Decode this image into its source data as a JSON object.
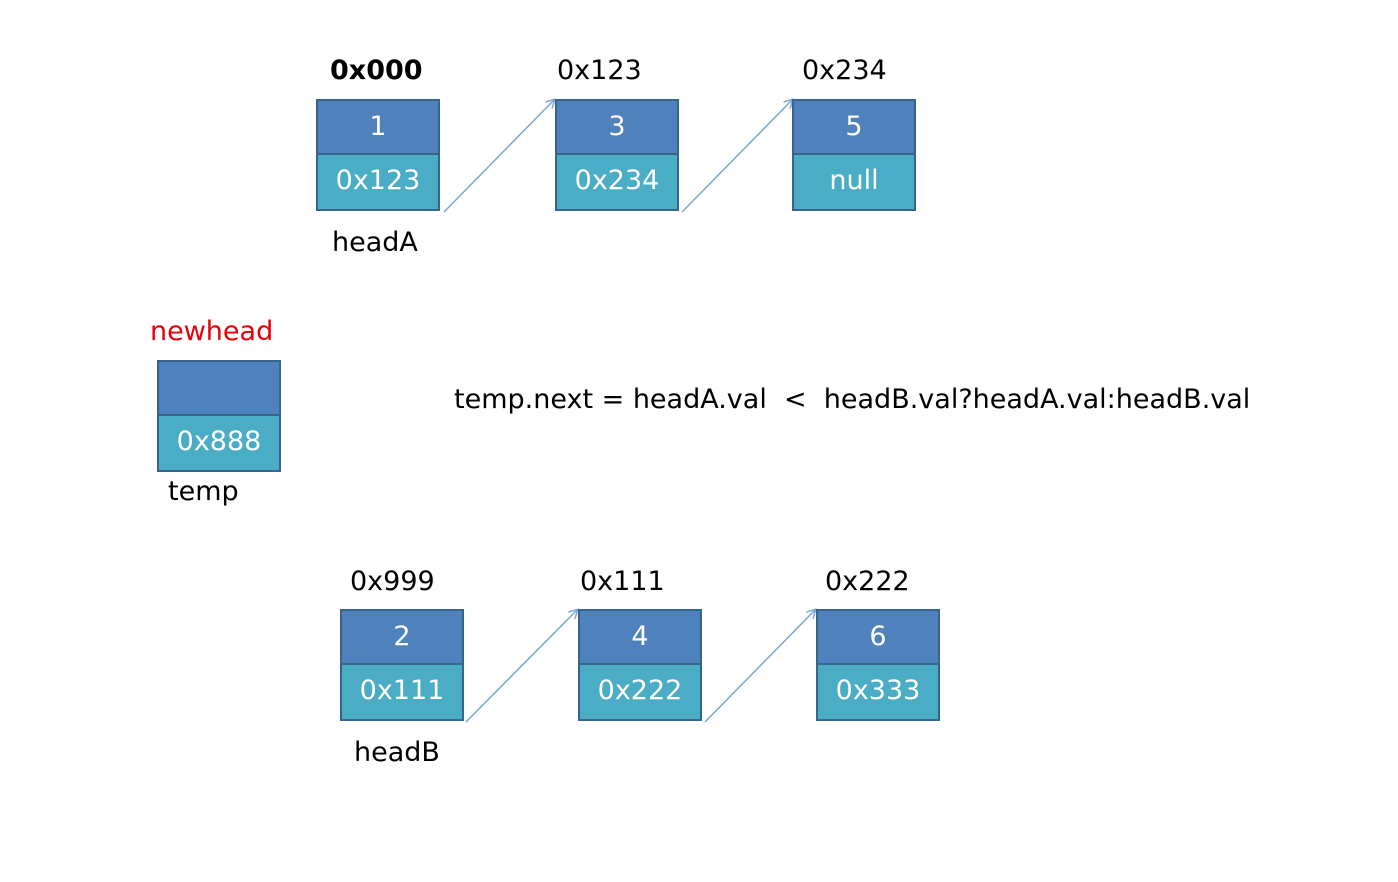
{
  "list_a": {
    "nodes": [
      {
        "address": "0x000",
        "value": "1",
        "next": "0x123"
      },
      {
        "address": "0x123",
        "value": "3",
        "next": "0x234"
      },
      {
        "address": "0x234",
        "value": "5",
        "next": "null"
      }
    ],
    "head_label": "headA"
  },
  "newhead": {
    "title": "newhead",
    "value": "",
    "next": "0x888",
    "pointer_label": "temp"
  },
  "formula": "temp.next = headA.val  <  headB.val?headA.val:headB.val",
  "list_b": {
    "nodes": [
      {
        "address": "0x999",
        "value": "2",
        "next": "0x111"
      },
      {
        "address": "0x111",
        "value": "4",
        "next": "0x222"
      },
      {
        "address": "0x222",
        "value": "6",
        "next": "0x333"
      }
    ],
    "head_label": "headB"
  },
  "colors": {
    "value_cell": "#4f81bd",
    "next_cell": "#4bacc6",
    "border": "#36648b",
    "arrow": "#7aa7d0",
    "newhead_label": "#e8000b"
  }
}
